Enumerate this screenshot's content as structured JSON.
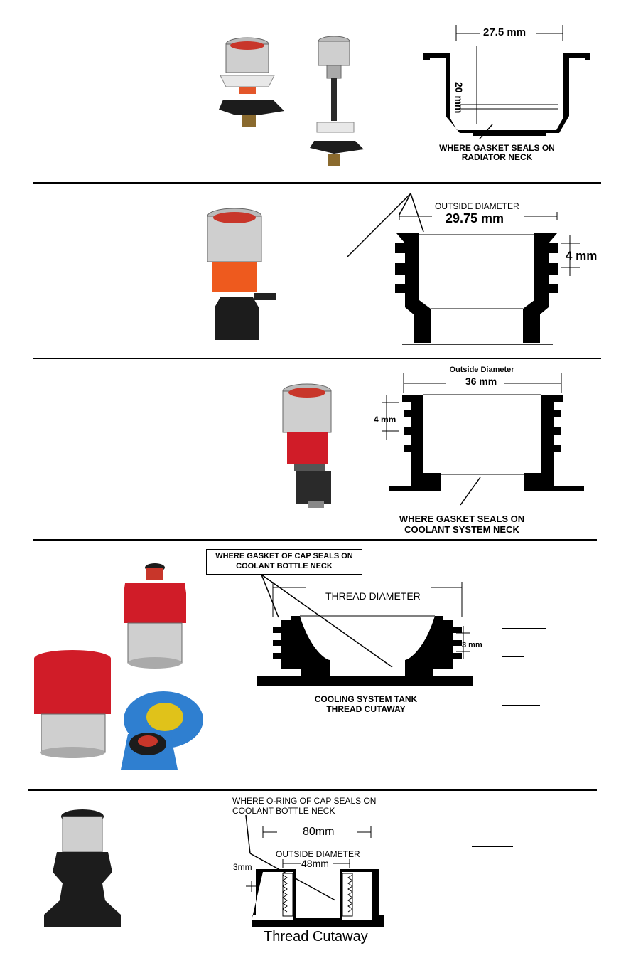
{
  "sections": [
    {
      "id": 1,
      "dimension_top": "27.5 mm",
      "dimension_side": "20 mm",
      "caption_line1": "WHERE GASKET SEALS ON",
      "caption_line2": "RADIATOR NECK"
    },
    {
      "id": 2,
      "top_label": "OUTSIDE DIAMETER",
      "dimension_top": "29.75 mm",
      "dimension_side": "4 mm"
    },
    {
      "id": 3,
      "top_label": "Outside Diameter",
      "dimension_top": "36 mm",
      "dimension_side": "4 mm",
      "caption_line1": "WHERE GASKET SEALS ON",
      "caption_line2": "COOLANT SYSTEM NECK"
    },
    {
      "id": 4,
      "callout_line1": "WHERE GASKET OF CAP SEALS ON",
      "callout_line2": "COOLANT BOTTLE NECK",
      "dimension_top": "THREAD DIAMETER",
      "dimension_side": "3 mm",
      "caption_line1": "COOLING SYSTEM TANK",
      "caption_line2": "THREAD CUTAWAY"
    },
    {
      "id": 5,
      "callout_line1": "WHERE O-RING OF CAP SEALS ON",
      "callout_line2": "COOLANT BOTTLE NECK",
      "dimension_outer": "80mm",
      "outside_label": "OUTSIDE DIAMETER",
      "dimension_inner": "48mm",
      "dimension_side": "3mm",
      "caption": "Thread Cutaway"
    }
  ],
  "colors": {
    "chrome": "#c8c8c8",
    "adapter_red": "#d01c28",
    "adapter_orange": "#ee5a1e",
    "cap_blue": "#2f7fd0",
    "base_black": "#1c1c1c"
  }
}
